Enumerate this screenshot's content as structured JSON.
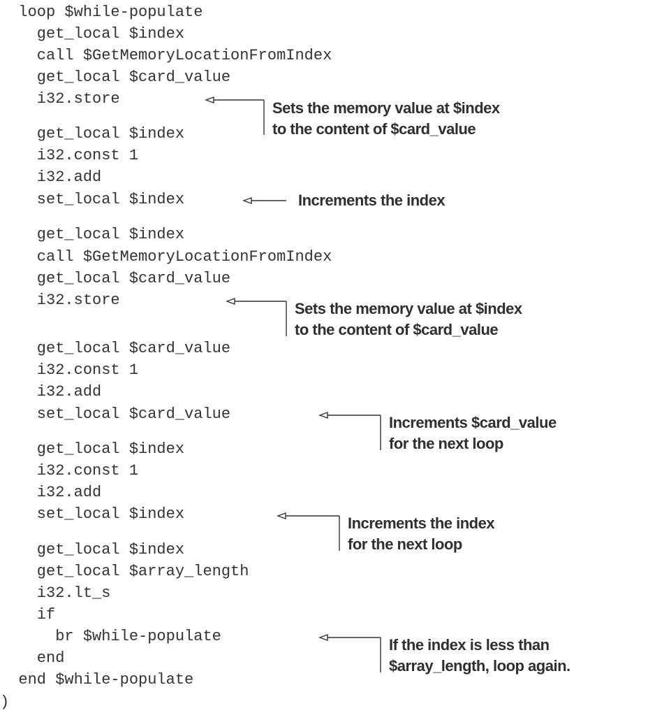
{
  "code_lines": [
    "  loop $while-populate",
    "    get_local $index",
    "    call $GetMemoryLocationFromIndex",
    "    get_local $card_value",
    "    i32.store",
    "    get_local $index",
    "    i32.const 1",
    "    i32.add",
    "    set_local $index",
    "    get_local $index",
    "    call $GetMemoryLocationFromIndex",
    "    get_local $card_value",
    "    i32.store",
    "    get_local $card_value",
    "    i32.const 1",
    "    i32.add",
    "    set_local $card_value",
    "    get_local $index",
    "    i32.const 1",
    "    i32.add",
    "    set_local $index",
    "    get_local $index",
    "    get_local $array_length",
    "    i32.lt_s",
    "    if",
    "      br $while-populate",
    "    end",
    "  end $while-populate",
    ")"
  ],
  "annotations": [
    {
      "line1": "Sets the memory value at $index",
      "line2": "to the content of $card_value"
    },
    {
      "line1": "Increments the index",
      "line2": ""
    },
    {
      "line1": "Sets the memory value at $index",
      "line2": "to the content of $card_value"
    },
    {
      "line1": "Increments $card_value",
      "line2": "for the next loop"
    },
    {
      "line1": "Increments the index",
      "line2": "for the next loop"
    },
    {
      "line1": "If the index is less than",
      "line2": "$array_length, loop again."
    }
  ]
}
